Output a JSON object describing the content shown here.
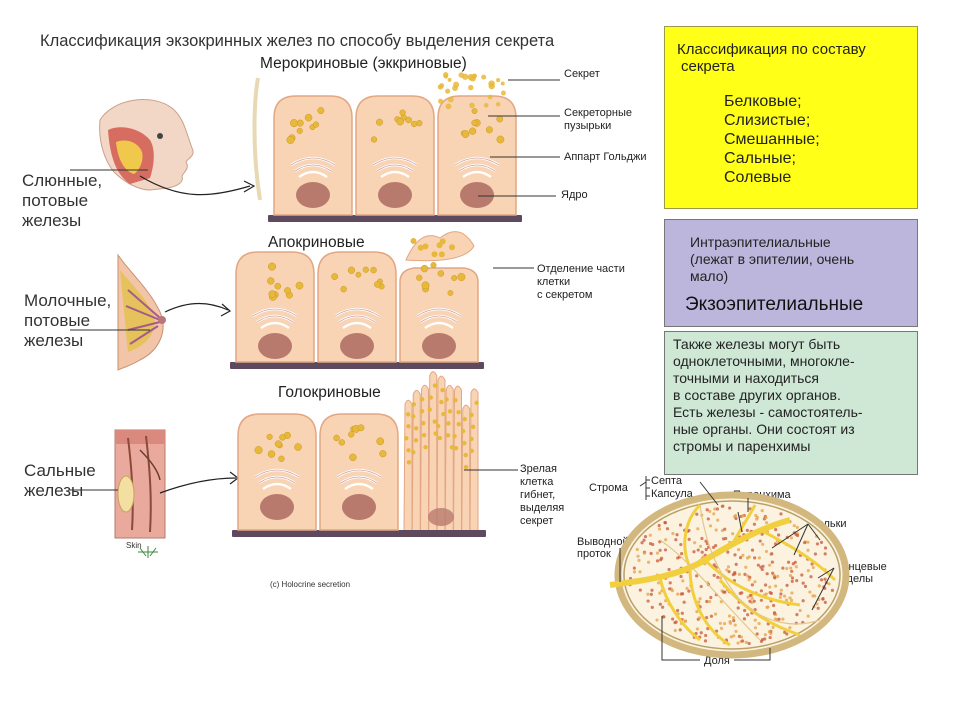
{
  "title": "Классификация экзокринных желез по способу выделения секрета",
  "sections": {
    "merocrine": "Мерокриновые (эккриновые)",
    "apocrine": "Апокриновые",
    "holocrine": "Голокриновые"
  },
  "gland_labels": {
    "salivary": [
      "Слюнные,",
      "потовые",
      "железы"
    ],
    "mammary": [
      "Молочные,",
      "потовые",
      "железы"
    ],
    "sebaceous": [
      "Сальные",
      "железы"
    ]
  },
  "merocrine_callouts": {
    "secret": "Секрет",
    "vesicles": [
      "Секреторные",
      "пузырьки"
    ],
    "golgi": "Аппарт Гольджи",
    "nucleus": "Ядро"
  },
  "apocrine_callout": [
    "Отделение части",
    "клетки",
    "с секретом"
  ],
  "holocrine_callout": [
    "Зрелая",
    "клетка",
    "гибнет,",
    "выделяя",
    "секрет"
  ],
  "skin_caption": "Skin",
  "holocrine_caption": "(c) Holocrine secretion",
  "composition_box": {
    "title": [
      "Классификация по составу",
      "секрета"
    ],
    "items": [
      "Белковые;",
      "Слизистые;",
      "Смешанные;",
      "Сальные;",
      "Солевые"
    ],
    "color": "#ffff17"
  },
  "location_box": {
    "intraepithelial": [
      "Интраэпителиальные",
      "(лежат в эпителии, очень",
      "мало)"
    ],
    "exoepithelial": "Экзоэпителиальные",
    "color": "#bcb6dc"
  },
  "info_box": {
    "lines": [
      "Также железы могут быть",
      "одноклеточными, многокле-",
      "точными и находиться",
      "в составе других органов.",
      "Есть железы - самостоятель-",
      "ные органы. Они состоят из",
      "стромы и паренхимы"
    ],
    "color": "#cfe8d6"
  },
  "gland_map": {
    "stroma": "Строма",
    "septa": "Септа",
    "capsule": "Капсула",
    "parenchyma": "Паренхима",
    "lobules": "Дольки",
    "duct": [
      "Выводной",
      "проток"
    ],
    "terminal": [
      "Концевые",
      "отделы"
    ],
    "lobe": "Доля"
  },
  "colors": {
    "cell_fill": "#f8d3b4",
    "cell_border": "#e2a784",
    "nucleus": "#b97a6e",
    "basement": "#5d4a5e",
    "granule": "#e7b83a",
    "gland_capsule": "#d2b77e",
    "duct": "#f1cf3d"
  }
}
